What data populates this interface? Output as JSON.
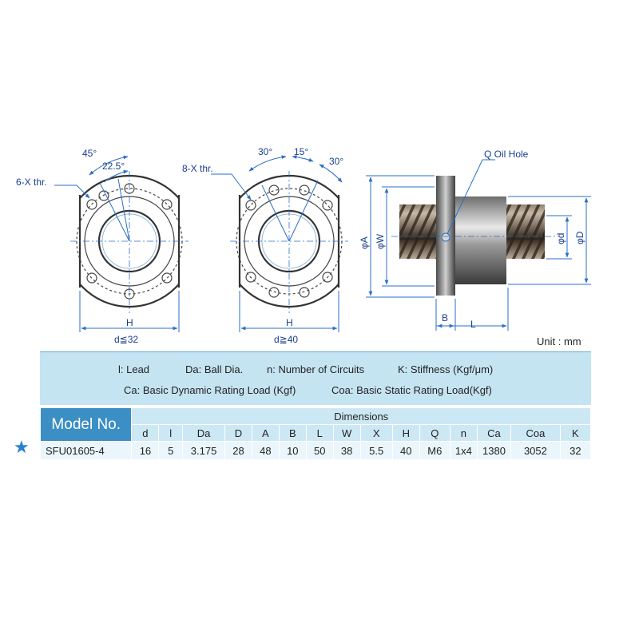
{
  "drawing": {
    "left_view": {
      "callout": "6-X thr.",
      "angle_outer": "45°",
      "angle_inner": "22.5°",
      "dim_H": "H",
      "condition": "d≦32"
    },
    "middle_view": {
      "callout": "8-X thr.",
      "angle_left": "30°",
      "angle_mid": "15°",
      "angle_right": "30°",
      "dim_H": "H",
      "condition": "d≧40"
    },
    "side_view": {
      "oil_hole_label": "Q Oil Hole",
      "dim_A": "φA",
      "dim_W": "φW",
      "dim_d": "φd",
      "dim_D": "φD",
      "dim_B": "B",
      "dim_L": "L"
    }
  },
  "unit_label": "Unit : mm",
  "legend": {
    "line1": [
      "l: Lead",
      "Da: Ball Dia.",
      "n: Number of Circuits",
      "K: Stiffness (Kgf/μm)"
    ],
    "line2": [
      "Ca: Basic Dynamic Rating Load (Kgf)",
      "Coa: Basic Static Rating Load(Kgf)"
    ]
  },
  "table": {
    "model_header": "Model No.",
    "dimensions_header": "Dimensions",
    "columns": [
      "d",
      "l",
      "Da",
      "D",
      "A",
      "B",
      "L",
      "W",
      "X",
      "H",
      "Q",
      "n",
      "Ca",
      "Coa",
      "K"
    ],
    "rows": [
      {
        "model": "SFU01605-4",
        "values": [
          "16",
          "5",
          "3.175",
          "28",
          "48",
          "10",
          "50",
          "38",
          "5.5",
          "40",
          "M6",
          "1x4",
          "1380",
          "3052",
          "32"
        ]
      }
    ],
    "star_icon": "star-icon",
    "star_color": "#2a7fd0"
  }
}
